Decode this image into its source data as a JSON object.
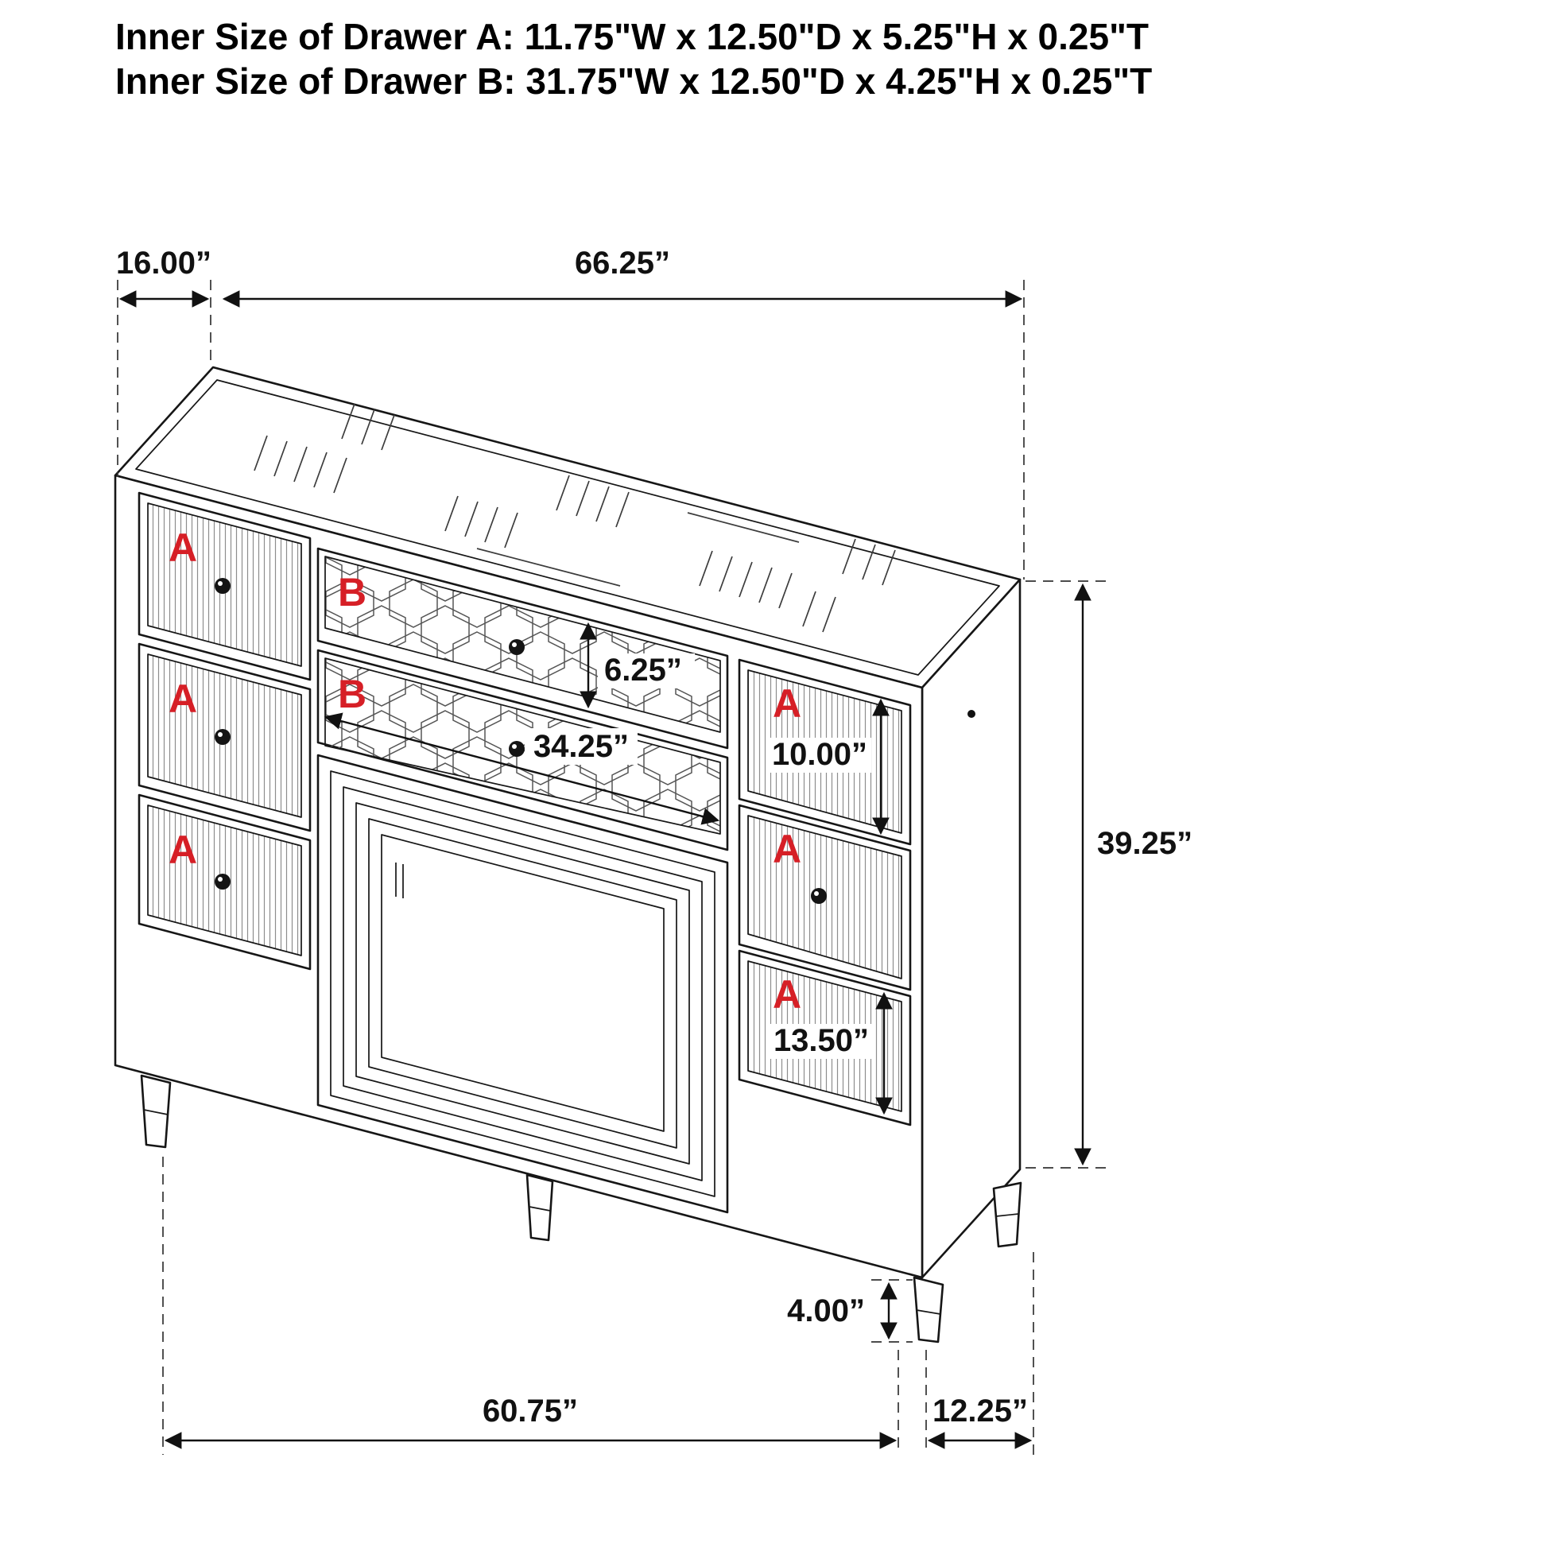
{
  "title": {
    "line1": "Inner Size of Drawer A: 11.75\"W x 12.50\"D x 5.25\"H x 0.25\"T",
    "line2": "Inner Size of Drawer B: 31.75\"W x 12.50\"D x 4.25\"H x 0.25\"T"
  },
  "labels": {
    "drawer_a": "A",
    "drawer_b": "B"
  },
  "dims": {
    "top_left_depth": "16.00”",
    "overall_width": "66.25”",
    "drawer_b_front_height": "6.25”",
    "drawer_b_width": "34.25”",
    "right_top_drawer_height": "10.00”",
    "overall_height": "39.25”",
    "right_bottom_drawer_height": "13.50”",
    "leg_height": "4.00”",
    "base_width": "60.75”",
    "base_depth": "12.25”"
  },
  "colors": {
    "label_red": "#d61f26",
    "line_black": "#161616"
  }
}
